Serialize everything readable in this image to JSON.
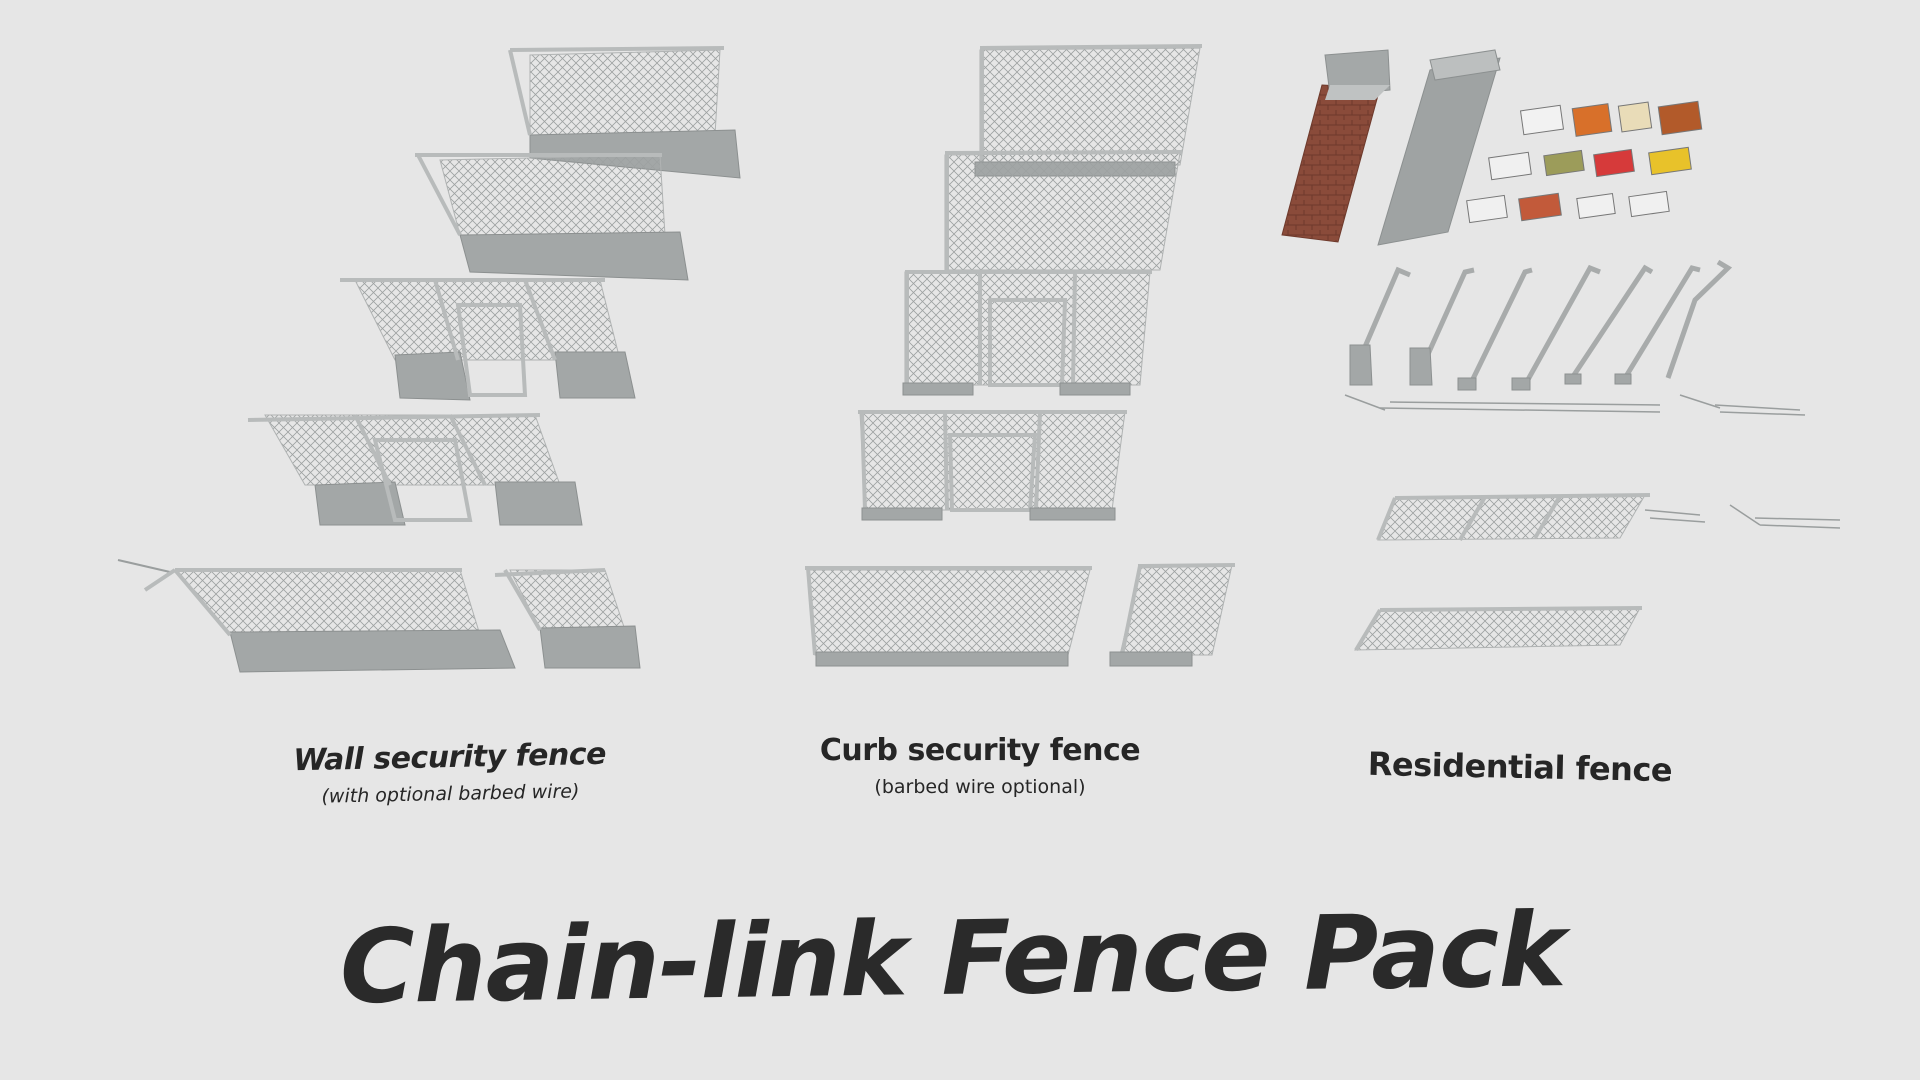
{
  "captions": {
    "wall": {
      "title": "Wall security fence",
      "subtitle": "(with optional barbed wire)"
    },
    "curb": {
      "title": "Curb security fence",
      "subtitle": "(barbed wire optional)"
    },
    "residential": {
      "title": "Residential fence"
    }
  },
  "title": "Chain-link Fence Pack",
  "colors": {
    "background": "#e6e6e6",
    "concrete": "#9fa3a3",
    "concrete_dark": "#888c8c",
    "pole": "#b9bcbc",
    "mesh": "#a9adad",
    "brick": "#8a4b3a",
    "text": "#262626"
  }
}
